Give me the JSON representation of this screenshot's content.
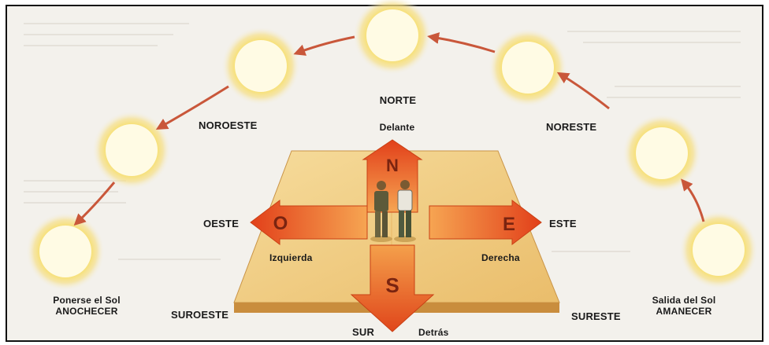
{
  "colors": {
    "background": "#f3f1ec",
    "sun_glow": "#f7d640",
    "sun_core": "#fffbe4",
    "arrow": "#c9573a",
    "platform": "#f1d08a",
    "compass_arrow": "#e65a1d"
  },
  "directions": {
    "north": "NORTE",
    "south": "SUR",
    "east": "ESTE",
    "west": "OESTE",
    "northeast": "NORESTE",
    "northwest": "NOROESTE",
    "southeast": "SURESTE",
    "southwest": "SUROESTE"
  },
  "relative": {
    "front": "Delante",
    "back": "Detrás",
    "left": "Izquierda",
    "right": "Derecha"
  },
  "arrow_letters": {
    "north": "N",
    "south": "S",
    "east": "E",
    "west": "O"
  },
  "sunrise": {
    "line1": "Salida del Sol",
    "line2": "AMANECER"
  },
  "sunset": {
    "line1": "Ponerse el Sol",
    "line2": "ANOCHECER"
  }
}
